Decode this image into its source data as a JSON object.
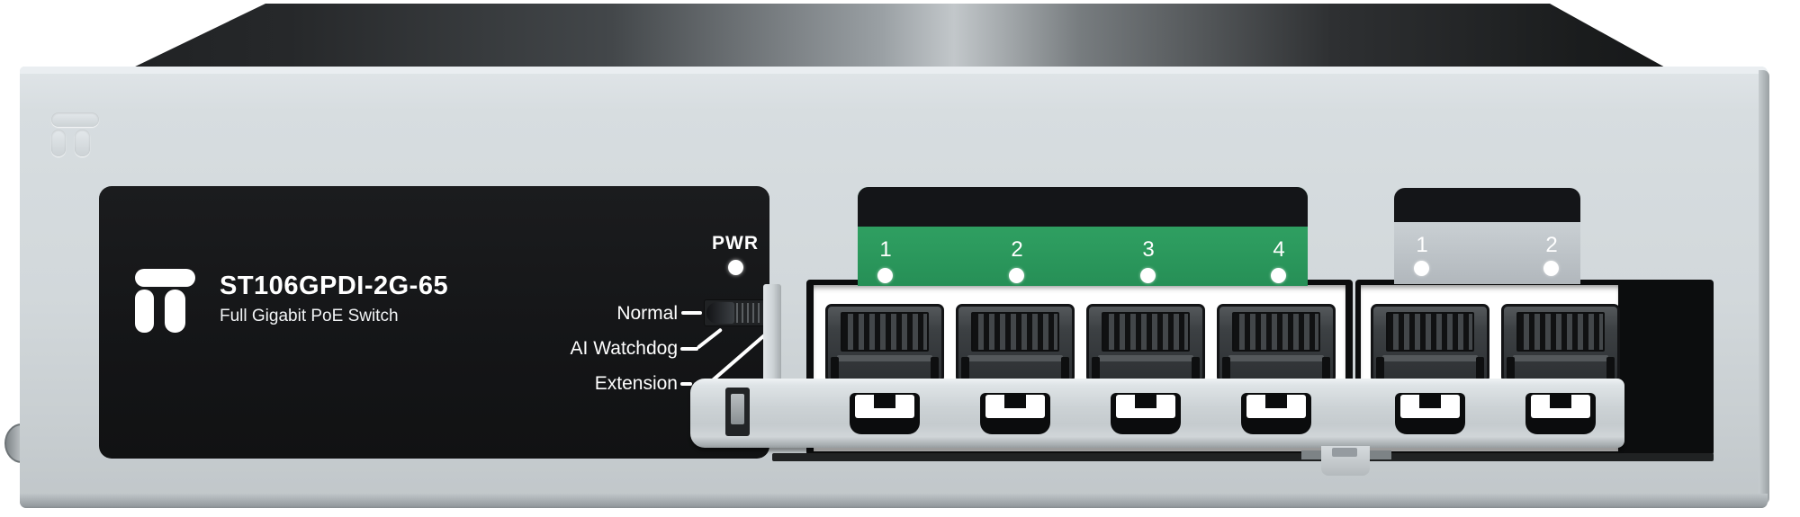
{
  "device": {
    "model": "ST106GPDI-2G-65",
    "subtitle": "Full Gigabit PoE Switch",
    "power_led": {
      "label": "PWR",
      "state": "on",
      "color": "#ffffff"
    },
    "mode_switch": {
      "labels": [
        "Normal",
        "AI Watchdog",
        "Extension"
      ],
      "selected": "Normal"
    },
    "poe_panel": {
      "port_labels": [
        "1",
        "2",
        "3",
        "4"
      ],
      "panel_color": "#2d9c5f",
      "led_color": "#ffffff"
    },
    "uplink_panel": {
      "port_labels": [
        "1",
        "2"
      ],
      "panel_color": "#c6ccd0",
      "led_color": "#ffffff"
    },
    "colors": {
      "chassis": "#d2d8db",
      "info_panel": "#17181a",
      "top_cover": "#1c1e20"
    },
    "icons": {
      "brand_logo": "rounded-pi-mark",
      "embossed_logo": "rounded-pi-mark"
    }
  }
}
